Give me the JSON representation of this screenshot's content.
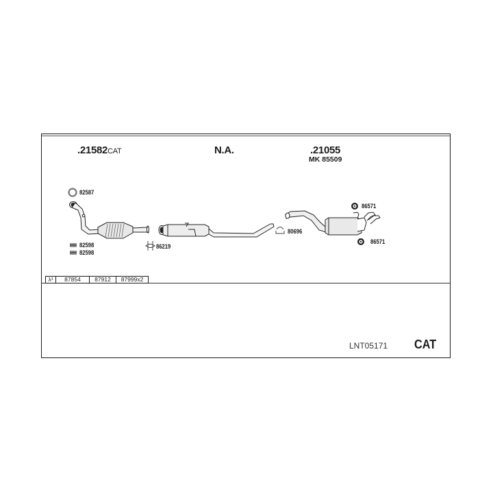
{
  "diagram": {
    "groups": [
      {
        "number": ".21582",
        "suffix": "CAT"
      },
      {
        "number": "N.A.",
        "suffix": ""
      },
      {
        "number": ".21055",
        "suffix": "",
        "mounting_kit": "MK 85509"
      }
    ],
    "parts": {
      "gasket_front": "82587",
      "spring_1": "82598",
      "spring_2": "82598",
      "clamp_front": "86219",
      "clamp_mid": "80696",
      "rubber_top": "86571",
      "rubber_bottom": "86571"
    },
    "components": [
      {
        "name": "front-pipe-catalytic-converter"
      },
      {
        "name": "middle-silencer"
      },
      {
        "name": "rear-silencer"
      }
    ],
    "lambda_table": {
      "symbol": "λ¹",
      "values": [
        "87854",
        "87912",
        "87999x2"
      ]
    },
    "reference_code": "LNT05171",
    "type_label": "CAT"
  }
}
